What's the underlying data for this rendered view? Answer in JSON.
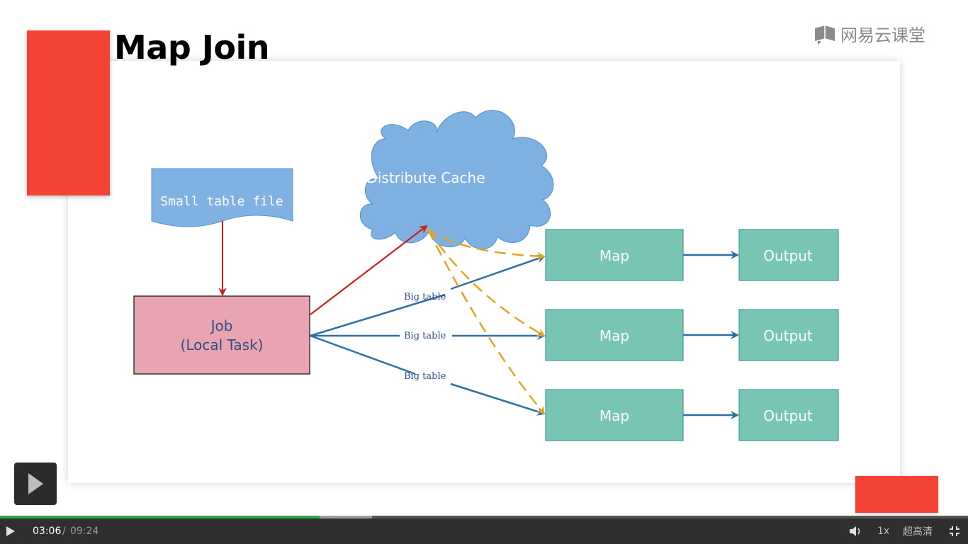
{
  "slide": {
    "title": "Map Join"
  },
  "brand": {
    "name": "网易云课堂",
    "icon": "book-icon"
  },
  "diagram": {
    "small_table_label": "Small table file",
    "cache_label": "Distribute Cache",
    "job_line1": "Job",
    "job_line2": "(Local Task)",
    "edge_labels": [
      "Big table",
      "Big table",
      "Big table"
    ],
    "map_labels": [
      "Map",
      "Map",
      "Map"
    ],
    "output_labels": [
      "Output",
      "Output",
      "Output"
    ],
    "colors": {
      "file_fill": "#7fb2e3",
      "cloud_fill": "#7eb1e1",
      "job_fill": "#e8a4b1",
      "map_fill": "#79c5b4",
      "red_arrow": "#cc1f1a",
      "blue_arrow": "#2e6fa3",
      "dashed_arrow": "#e6a31e",
      "accent_red": "#f44336"
    }
  },
  "player": {
    "current_time": "03:06",
    "separator": "/",
    "duration": "09:24",
    "speed": "1x",
    "quality": "超高清",
    "progress_percent": 33,
    "buffered_percent": 38.4,
    "colors": {
      "progress": "#2aa845",
      "bar_bg": "#2f2f2f"
    }
  }
}
